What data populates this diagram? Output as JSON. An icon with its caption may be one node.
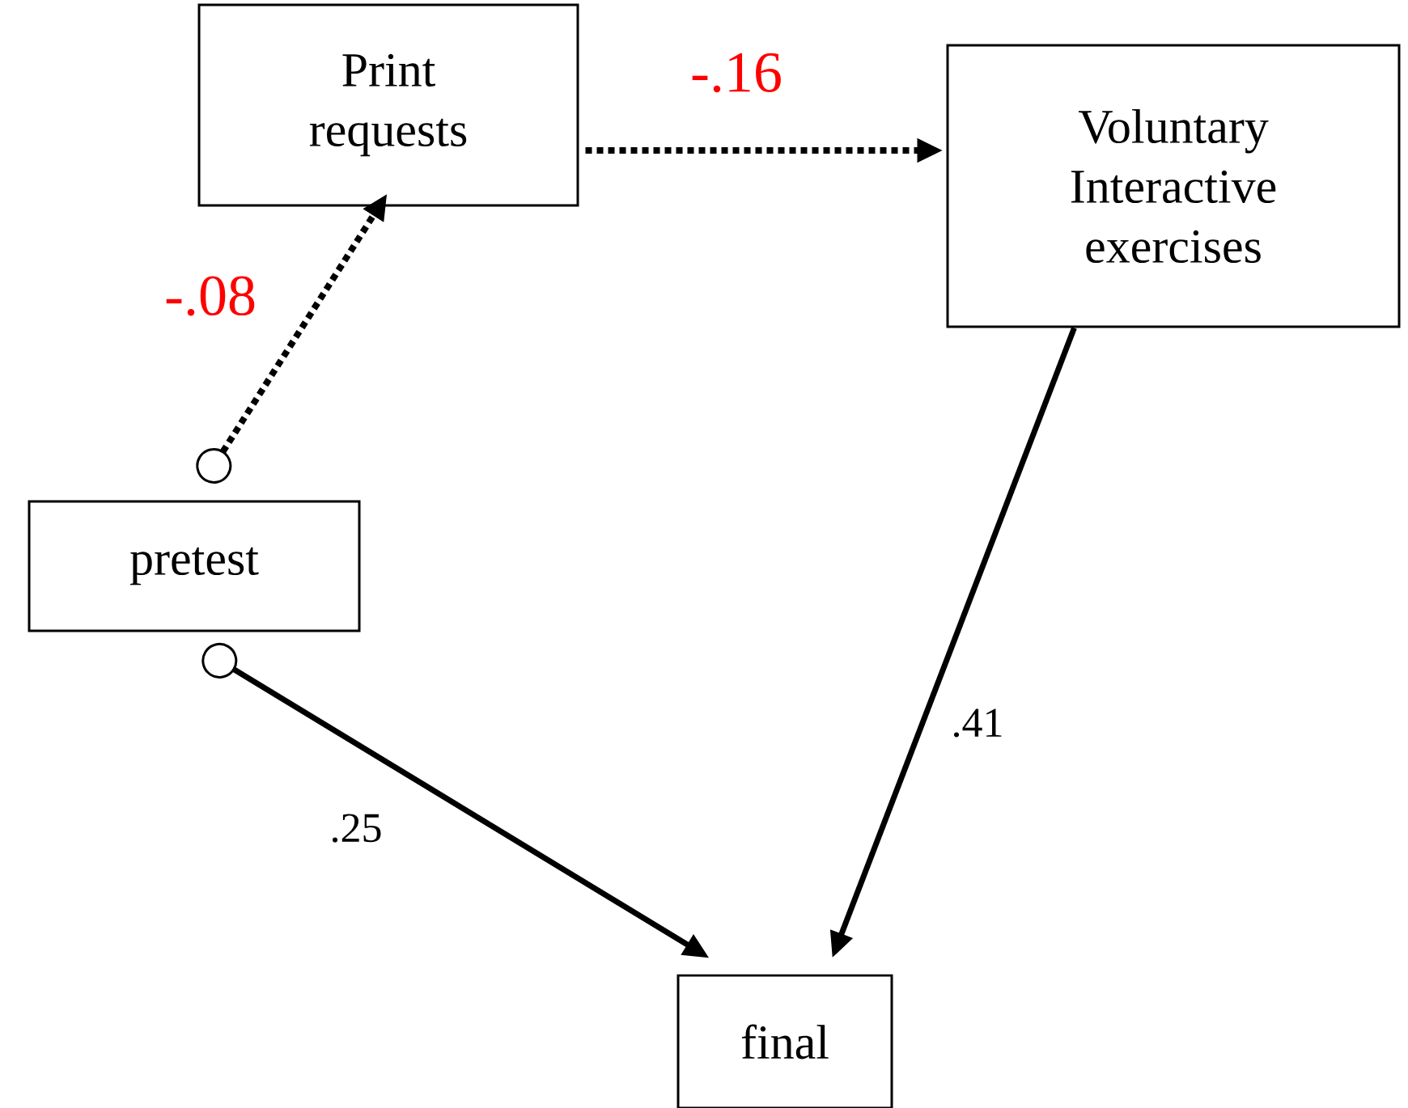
{
  "diagram": {
    "nodes": [
      {
        "text": [
          "Print requests"
        ]
      },
      {
        "text": [
          "Voluntary Interactive exercises"
        ]
      },
      {
        "text": [
          "pretest"
        ]
      },
      {
        "text": [
          "final"
        ]
      }
    ],
    "edges": [
      {
        "from": 2,
        "to": 0,
        "arrow": "to",
        "style": "dashed",
        "label": "-.08"
      },
      {
        "from": 0,
        "to": 1,
        "arrow": "to",
        "style": "dashed",
        "label": "-.16"
      },
      {
        "from": 1,
        "to": 3,
        "arrow": "to",
        "label": ".41"
      },
      {
        "from": 2,
        "to": 3,
        "arrow": "to",
        "label": ".25"
      }
    ]
  }
}
